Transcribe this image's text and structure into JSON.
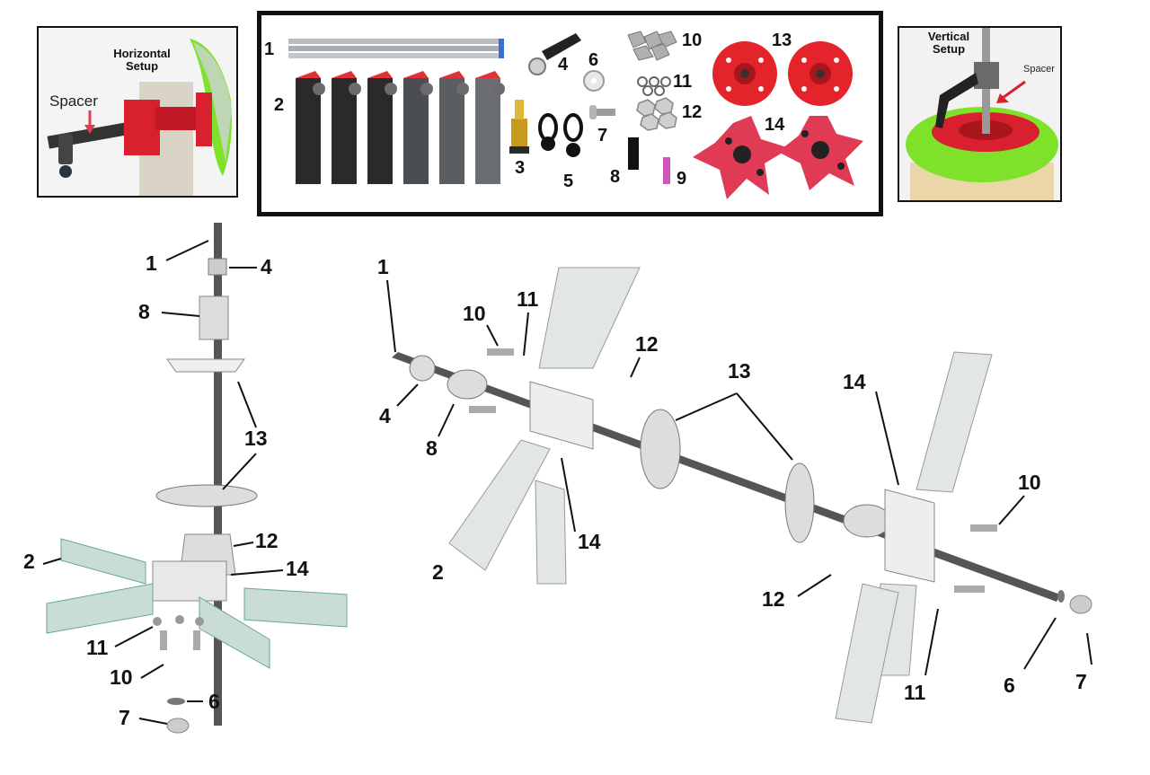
{
  "insets": {
    "horizontal": {
      "title_line1": "Horizontal",
      "title_line2": "Setup",
      "spacer_label": "Spacer"
    },
    "vertical": {
      "title_line1": "Vertical",
      "title_line2": "Setup",
      "spacer_label": "Spacer"
    }
  },
  "parts_numbers": [
    "1",
    "2",
    "3",
    "4",
    "5",
    "6",
    "7",
    "8",
    "9",
    "10",
    "11",
    "12",
    "13",
    "14"
  ],
  "vertical_callouts": [
    "1",
    "4",
    "8",
    "13",
    "12",
    "2",
    "14",
    "11",
    "10",
    "6",
    "7"
  ],
  "horizontal_callouts": [
    "1",
    "10",
    "11",
    "12",
    "4",
    "8",
    "13",
    "14",
    "14",
    "2",
    "10",
    "12",
    "11",
    "6",
    "7"
  ],
  "colors": {
    "accent_red": "#d8202e",
    "filter_green": "#7fe22a",
    "blade": "#c9ddd6",
    "line": "#111111"
  }
}
